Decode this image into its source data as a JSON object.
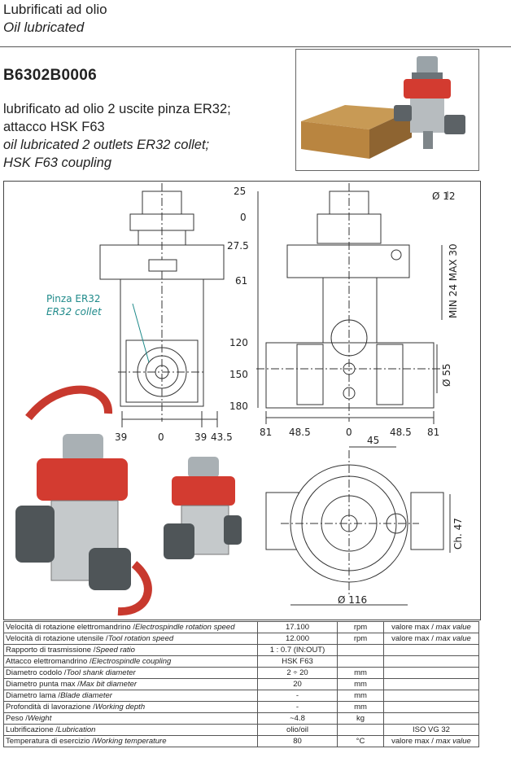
{
  "header": {
    "title_it": "Lubrificati ad olio",
    "title_en": "Oil lubricated"
  },
  "product": {
    "code": "B6302B0006",
    "desc_it_1": "lubrificato ad olio 2 uscite pinza ER32;",
    "desc_it_2": "attacco HSK F63",
    "desc_en_1": "oil lubricated 2 outlets ER32 collet;",
    "desc_en_2": "HSK F63 coupling"
  },
  "drawing": {
    "collet_label_it": "Pinza ER32",
    "collet_label_en": "ER32 collet",
    "front_vertical_dims": [
      "25",
      "0",
      "27.5",
      "61",
      "120",
      "150",
      "180"
    ],
    "front_bottom_dims": [
      "39",
      "0",
      "39",
      "43.5"
    ],
    "side_bottom_dims": [
      "81",
      "48.5",
      "0",
      "48.5",
      "81"
    ],
    "dia_12": "Ø 12",
    "dia_55": "Ø 55",
    "min_max": "MIN 24 MAX 30",
    "dim_45": "45",
    "ch_47": "Ch. 47",
    "dia_116": "Ø 116"
  },
  "specs": [
    {
      "label_it": "Velocità di rotazione elettromandrino /",
      "label_en": "Electrospindle rotation speed",
      "value": "17.100",
      "unit": "rpm",
      "note_it": "valore max /",
      "note_en": "max value"
    },
    {
      "label_it": "Velocità di rotazione utensile /",
      "label_en": "Tool rotation speed",
      "value": "12.000",
      "unit": "rpm",
      "note_it": "valore max /",
      "note_en": "max value"
    },
    {
      "label_it": "Rapporto di trasmissione /",
      "label_en": "Speed ratio",
      "value": "1 : 0.7 (IN:OUT)",
      "unit": "",
      "note_it": "",
      "note_en": ""
    },
    {
      "label_it": "Attacco elettromandrino /",
      "label_en": "Electrospindle coupling",
      "value": "HSK F63",
      "unit": "",
      "note_it": "",
      "note_en": ""
    },
    {
      "label_it": "Diametro codolo /",
      "label_en": "Tool shank diameter",
      "value": "2 ÷ 20",
      "unit": "mm",
      "note_it": "",
      "note_en": ""
    },
    {
      "label_it": "Diametro punta max /",
      "label_en": "Max bit diameter",
      "value": "20",
      "unit": "mm",
      "note_it": "",
      "note_en": ""
    },
    {
      "label_it": "Diametro lama /",
      "label_en": "Blade diameter",
      "value": "-",
      "unit": "mm",
      "note_it": "",
      "note_en": ""
    },
    {
      "label_it": "Profondità di lavorazione /",
      "label_en": "Working depth",
      "value": "-",
      "unit": "mm",
      "note_it": "",
      "note_en": ""
    },
    {
      "label_it": "Peso /",
      "label_en": "Weight",
      "value": "~4.8",
      "unit": "kg",
      "note_it": "",
      "note_en": ""
    },
    {
      "label_it": "Lubrificazione /",
      "label_en": "Lubrication",
      "value": "olio/oil",
      "unit": "",
      "note_it": "ISO VG 32",
      "note_en": ""
    },
    {
      "label_it": "Temperatura di esercizio /",
      "label_en": "Working temperature",
      "value": "80",
      "unit": "°C",
      "note_it": "valore max /",
      "note_en": "max value"
    }
  ]
}
